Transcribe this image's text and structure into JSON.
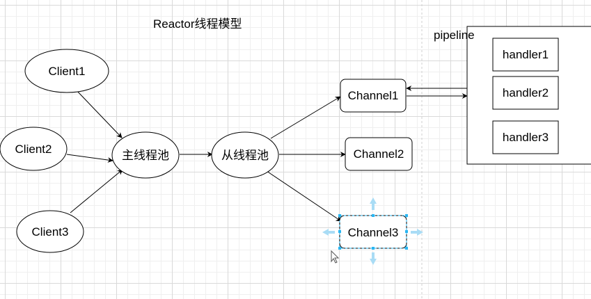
{
  "diagram": {
    "title": "Reactor线程模型",
    "clients": [
      "Client1",
      "Client2",
      "Client3"
    ],
    "main_pool": "主线程池",
    "sub_pool": "从线程池",
    "channels": [
      "Channel1",
      "Channel2",
      "Channel3"
    ],
    "pipeline": {
      "label": "pipeline",
      "handlers": [
        "handler1",
        "handler2",
        "handler3"
      ]
    },
    "selected": "Channel3",
    "colors": {
      "stroke": "#000000",
      "selection": "#29b6f2",
      "selection_hint": "#a9dcf5",
      "grid": "#d9d9d9"
    }
  }
}
